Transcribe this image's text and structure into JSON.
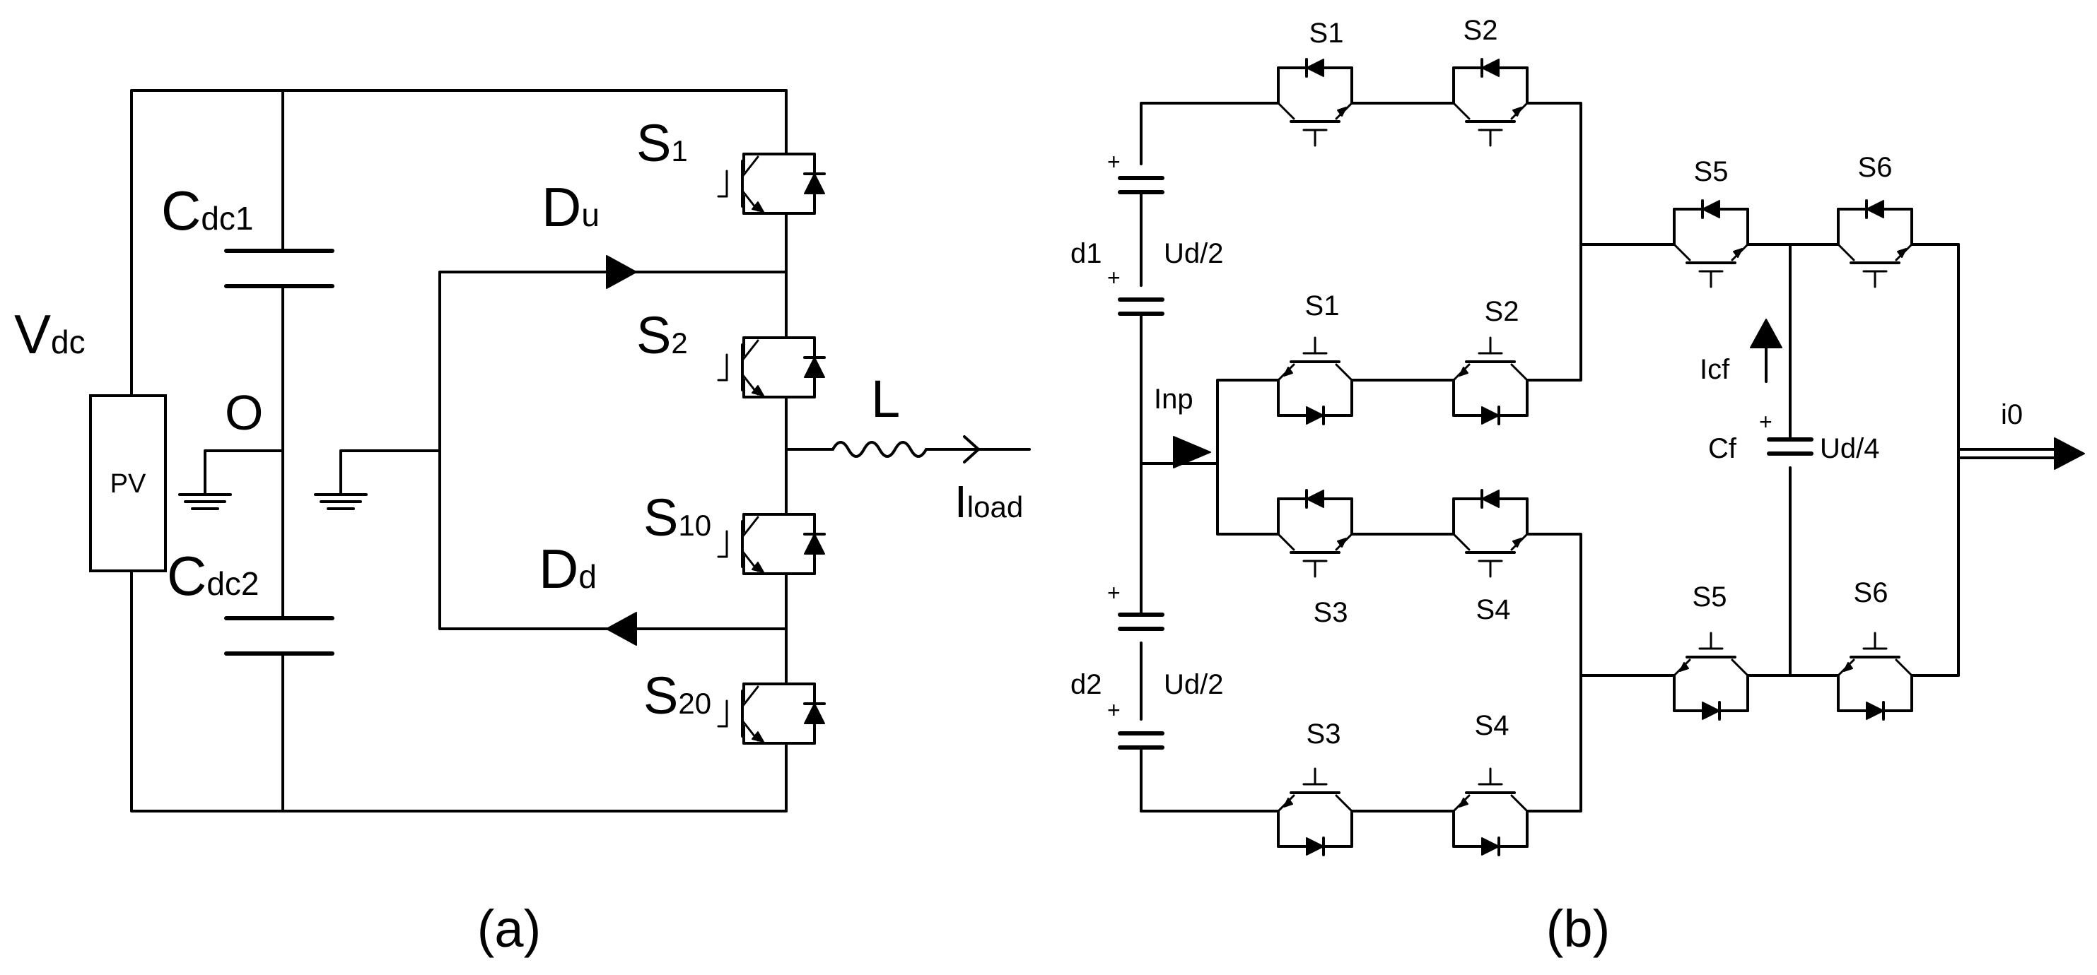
{
  "panel_a": {
    "caption": "(a)",
    "vdc": {
      "main": "V",
      "sub": "dc"
    },
    "pv": "PV",
    "node_o": "O",
    "cdc1": {
      "main": "C",
      "sub": "dc1"
    },
    "cdc2": {
      "main": "C",
      "sub": "dc2"
    },
    "du": {
      "main": "D",
      "sub": "u"
    },
    "dd": {
      "main": "D",
      "sub": "d"
    },
    "s1": {
      "main": "S",
      "sub": "1"
    },
    "s2": {
      "main": "S",
      "sub": "2"
    },
    "s10": {
      "main": "S",
      "sub": "10"
    },
    "s20": {
      "main": "S",
      "sub": "20"
    },
    "inductor": "L",
    "iload": {
      "main": "I",
      "sub": "load"
    }
  },
  "panel_b": {
    "caption": "(b)",
    "d1": "d1",
    "d2": "d2",
    "ud2_top": "Ud/2",
    "ud2_bottom": "Ud/2",
    "plus": "+",
    "inp": "Inp",
    "icf": "Icf",
    "cf": "Cf",
    "ud4": "Ud/4",
    "i0": "i0",
    "s1_top": "S1",
    "s2_top": "S2",
    "s1_mid": "S1",
    "s2_mid": "S2",
    "s3_mid": "S3",
    "s4_mid": "S4",
    "s3_bottom": "S3",
    "s4_bottom": "S4",
    "s5_top": "S5",
    "s6_top": "S6",
    "s5_bottom": "S5",
    "s6_bottom": "S6"
  }
}
